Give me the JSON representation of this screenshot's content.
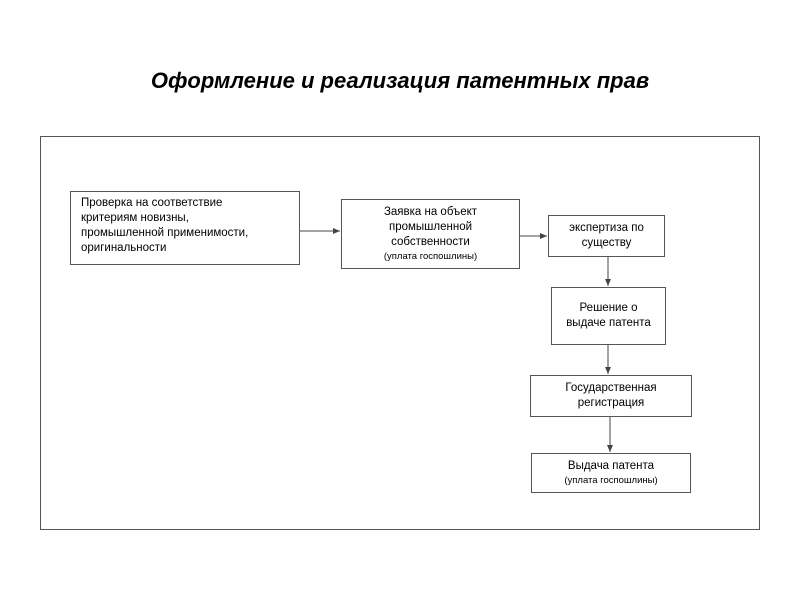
{
  "slide": {
    "title": "Оформление и реализация патентных прав"
  },
  "flow": {
    "check": {
      "lines": [
        "Проверка на соответствие",
        "критериям новизны,",
        "промышленной применимости,",
        "оригинальности"
      ]
    },
    "application": {
      "lines": [
        "Заявка на объект",
        "промышленной",
        "собственности"
      ],
      "note": "(уплата госпошлины)"
    },
    "examination": {
      "lines": [
        "экспертиза по",
        "существу"
      ]
    },
    "decision": {
      "lines": [
        "Решение о",
        "выдаче патента"
      ]
    },
    "registration": {
      "lines": [
        "Государственная",
        "регистрация"
      ]
    },
    "issuance": {
      "lines": [
        "Выдача патента"
      ],
      "note": "(уплата госпошлины)"
    }
  },
  "colors": {
    "border": "#555555",
    "arrow": "#444444",
    "text": "#000000",
    "background": "#ffffff"
  }
}
